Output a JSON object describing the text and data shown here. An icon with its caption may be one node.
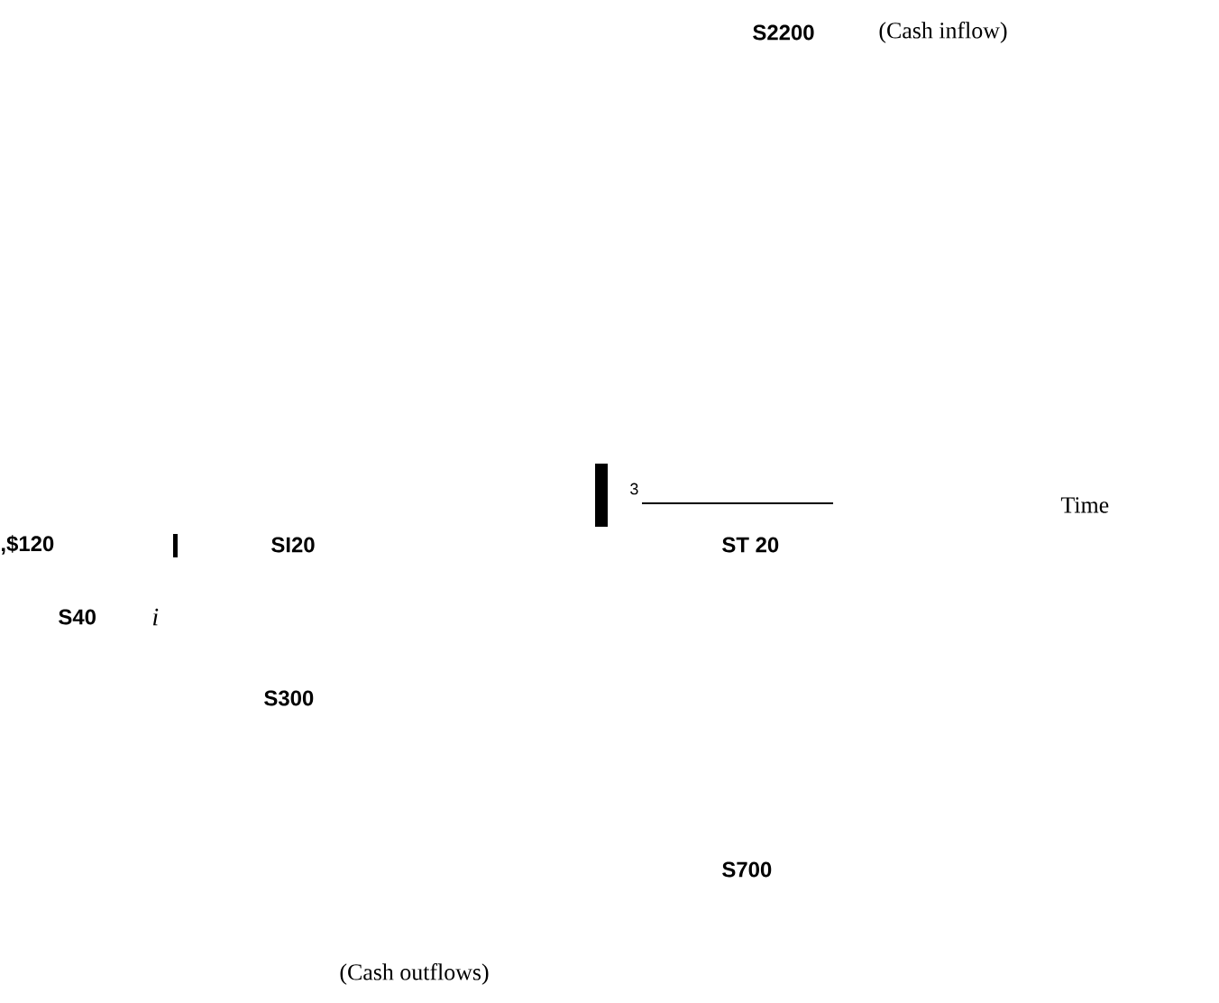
{
  "diagram": {
    "labels": [
      "S2200",
      "(Cash inflow)",
      "3",
      "Time",
      ",$120",
      "SI20",
      "ST 20",
      "S40",
      "i",
      "S300",
      "S700",
      "(Cash outflows)"
    ]
  }
}
